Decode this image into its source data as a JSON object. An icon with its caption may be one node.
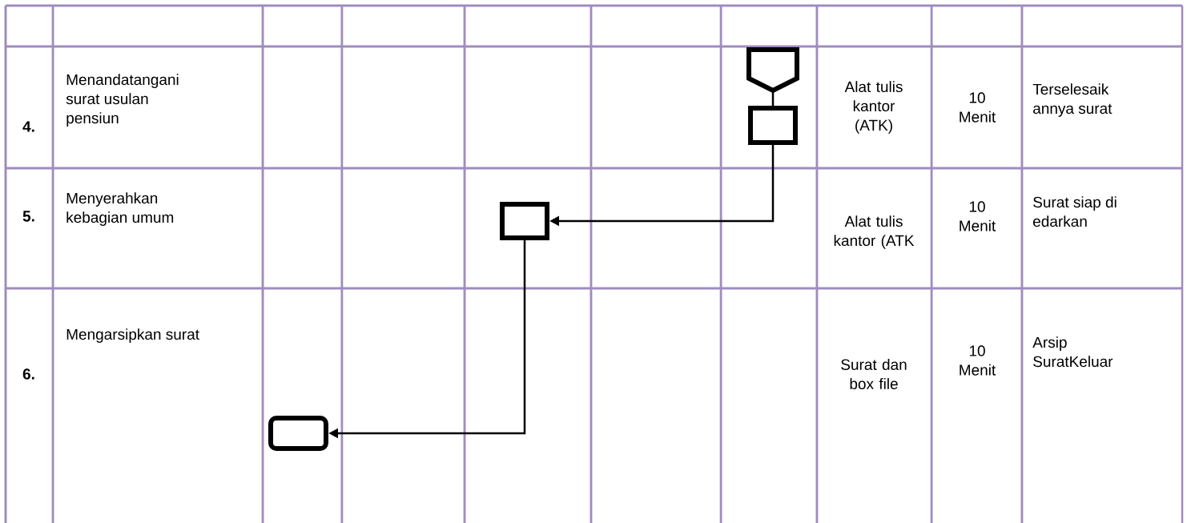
{
  "diagram": {
    "nodes": [
      {
        "text": [],
        "shape": "pentagon"
      },
      {
        "text": [],
        "shape": "box"
      },
      {
        "text": [],
        "shape": "box"
      },
      {
        "text": [],
        "shape": "box"
      }
    ],
    "edges": [
      {
        "from": 0,
        "to": 1,
        "arrow": "none"
      },
      {
        "from": 1,
        "to": 2,
        "arrow": "to"
      },
      {
        "from": 2,
        "to": 3,
        "arrow": "to"
      }
    ],
    "labels": [
      "4.",
      "Menandatangani surat usulan pensiun",
      "Alat tulis kantor (ATK)",
      "10 Menit",
      "Terselesaik annya surat",
      "5.",
      "Menyerahkan kebagian umum",
      "Alat tulis kantor (ATK",
      "10 Menit",
      "Surat siap di edarkan",
      "6.",
      "Mengarsipkan surat",
      "Surat dan box file",
      "10 Menit",
      "Arsip SuratKeluar"
    ]
  }
}
